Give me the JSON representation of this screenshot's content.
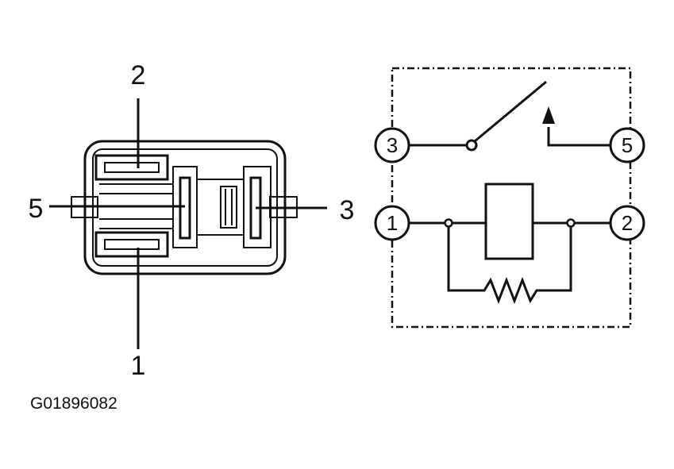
{
  "left_view": {
    "labels": {
      "top": "2",
      "left": "5",
      "right": "3",
      "bottom": "1"
    }
  },
  "schematic": {
    "terminals": {
      "t3": "3",
      "t5": "5",
      "t1": "1",
      "t2": "2"
    }
  },
  "figure_code": "G01896082"
}
